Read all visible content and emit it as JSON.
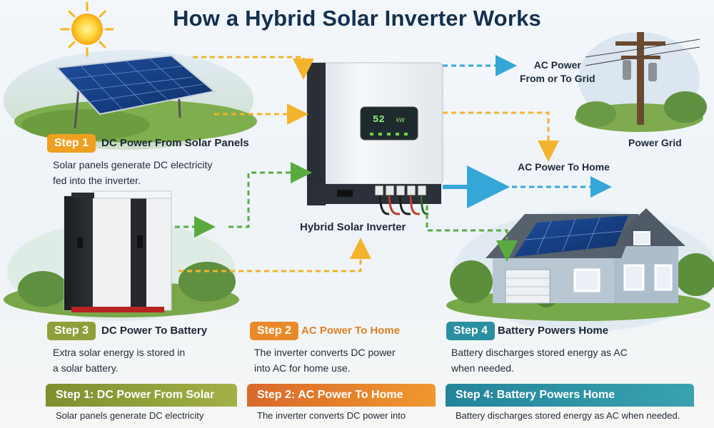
{
  "title": "How a Hybrid Solar Inverter Works",
  "inverter": {
    "label": "Hybrid Solar Inverter",
    "display_value": "52",
    "display_unit": "kW"
  },
  "labels": {
    "ac_grid": "AC Power\nFrom or To Grid",
    "power_grid": "Power Grid",
    "ac_home": "AC Power To Home"
  },
  "steps": [
    {
      "badge": "Step 1",
      "heading": "DC Power From Solar Panels",
      "desc": "Solar panels generate DC electricity\nfed into the inverter.",
      "color": "#f0a020"
    },
    {
      "badge": "Step 3",
      "heading": "DC Power To Battery",
      "desc": "Extra solar energy is stored in\na solar battery.",
      "color": "#8fa03a"
    },
    {
      "badge": "Step 2",
      "heading": "AC Power To Home",
      "desc": "The inverter converts DC power\ninto AC for home use.",
      "color": "#e98a2a"
    },
    {
      "badge": "Step 4",
      "heading": "Battery Powers Home",
      "desc": "Battery discharges stored energy as AC\nwhen needed.",
      "color": "#2a8fa0"
    }
  ],
  "bottom": [
    {
      "title": "Step 1: DC Power From Solar",
      "text": "Solar panels generate DC electricity",
      "color": "#8c9a37"
    },
    {
      "title": "Step 2: AC Power To Home",
      "text": "The inverter converts DC power into",
      "color": "#e0782a"
    },
    {
      "title": "Step 4: Battery Powers Home",
      "text": "Battery discharges stored energy as AC when needed.",
      "color": "#2b8fa3"
    }
  ],
  "colors": {
    "solar_flow": "#f3b32c",
    "battery_flow": "#5aab3f",
    "grid_flow": "#34a7d8",
    "title": "#14304f"
  },
  "icons": [
    "sun-icon",
    "solar-panel-icon",
    "battery-icon",
    "inverter-icon",
    "utility-pole-icon",
    "house-icon"
  ]
}
